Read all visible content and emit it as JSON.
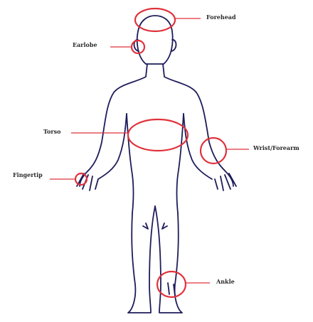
{
  "labels": {
    "forehead": "Forehead",
    "earlobe": "Earlobe",
    "torso": "Torso",
    "wrist_forearm": "Wrist/Forearm",
    "fingertip": "Fingertip",
    "ankle": "Ankle"
  },
  "colors": {
    "body_outline": "#1e1c5a",
    "marker": "#e0323c",
    "text": "#2a2a2a"
  }
}
